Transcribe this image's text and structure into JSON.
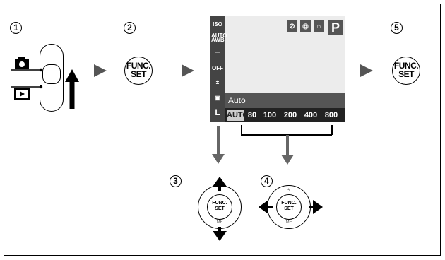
{
  "steps": {
    "step1": "1",
    "step2": "2",
    "step3": "3",
    "step4": "4",
    "step5": "5"
  },
  "buttons": {
    "func_line1": "FUNC.",
    "func_line2": "SET"
  },
  "dpad": {
    "mf_label": "MF"
  },
  "screen": {
    "mode": "P",
    "left_icons": [
      "ISO AUTO",
      "AWB",
      "□",
      "OFF",
      "±",
      "▣",
      "L"
    ],
    "selected_label": "Auto",
    "iso_options": [
      "AUTO",
      "80",
      "100",
      "200",
      "400",
      "800"
    ],
    "selected_index": 0
  },
  "colors": {
    "arrow_gray": "#555555",
    "screen_dark": "#444444"
  }
}
